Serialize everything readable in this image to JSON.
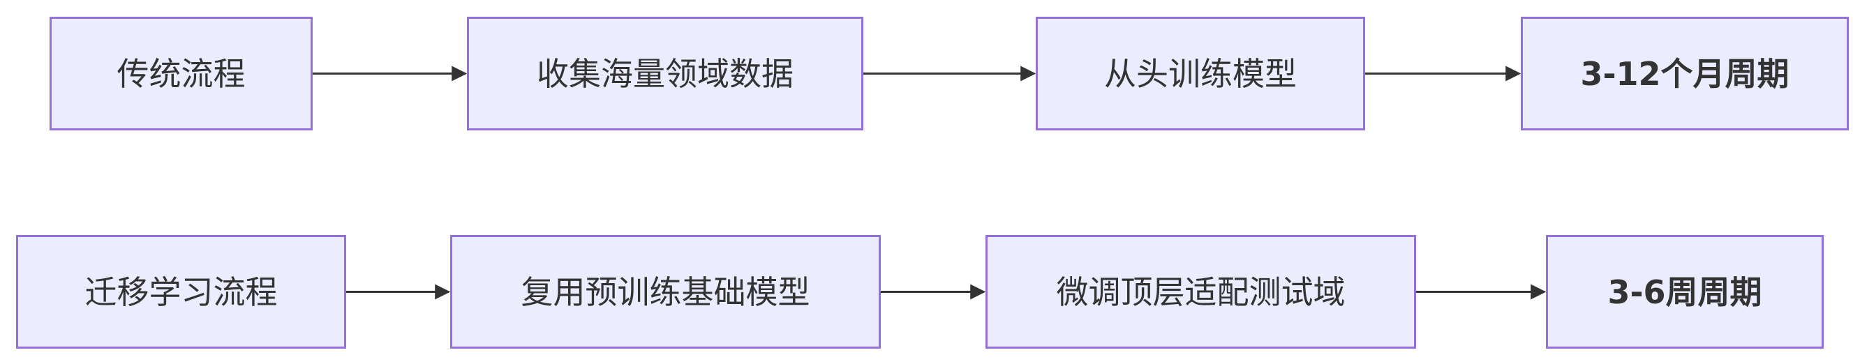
{
  "diagram": {
    "rows": [
      {
        "name": "traditional",
        "nodes": [
          {
            "id": "t1",
            "label": "传统流程"
          },
          {
            "id": "t2",
            "label": "收集海量领域数据"
          },
          {
            "id": "t3",
            "label": "从头训练模型"
          },
          {
            "id": "t4",
            "label": "3-12个月周期"
          }
        ]
      },
      {
        "name": "transfer",
        "nodes": [
          {
            "id": "r1",
            "label": "迁移学习流程"
          },
          {
            "id": "r2",
            "label": "复用预训练基础模型"
          },
          {
            "id": "r3",
            "label": "微调顶层适配测试域"
          },
          {
            "id": "r4",
            "label": "3-6周周期"
          }
        ]
      }
    ],
    "edges": [
      {
        "from": "t1",
        "to": "t2"
      },
      {
        "from": "t2",
        "to": "t3"
      },
      {
        "from": "t3",
        "to": "t4"
      },
      {
        "from": "r1",
        "to": "r2"
      },
      {
        "from": "r2",
        "to": "r3"
      },
      {
        "from": "r3",
        "to": "r4"
      }
    ],
    "colors": {
      "node_fill": "#ECECFF",
      "node_border": "#9370DB",
      "text": "#333333",
      "edge": "#333333"
    }
  }
}
